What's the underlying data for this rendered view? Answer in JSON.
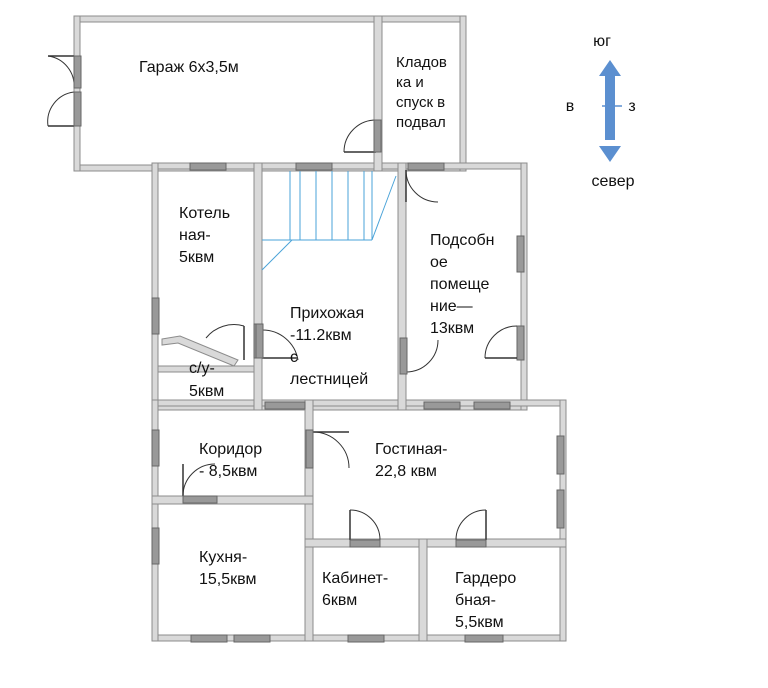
{
  "colors": {
    "wall_fill": "#d9d9d9",
    "wall_edge": "#8c8c8c",
    "window": "#999999",
    "stair": "#4aa3d8",
    "compass_arrow": "#5b8fd0",
    "text": "#111111"
  },
  "compass": {
    "top": "юг",
    "left": "в",
    "right": "з",
    "bottom": "север"
  },
  "rooms": {
    "garage": [
      "Гараж 6х3,5м"
    ],
    "storage": [
      "Кладов",
      "ка и",
      "спуск в",
      "подвал"
    ],
    "boiler": [
      "Котель",
      "ная-",
      "5квм"
    ],
    "bathroom": [
      "с/у-",
      "5квм"
    ],
    "hall": [
      "Прихожая",
      "-11.2квм",
      "с",
      "лестницей"
    ],
    "utility": [
      "Подсобн",
      "ое",
      "помеще",
      "ние—",
      "13квм"
    ],
    "corridor": [
      "Коридор",
      "- 8,5квм"
    ],
    "living": [
      "Гостиная-",
      "22,8 квм"
    ],
    "kitchen": [
      "Кухня-",
      "15,5квм"
    ],
    "office": [
      "Кабинет-",
      "6квм"
    ],
    "wardrobe": [
      "Гардеро",
      "бная-",
      "5,5квм"
    ]
  }
}
